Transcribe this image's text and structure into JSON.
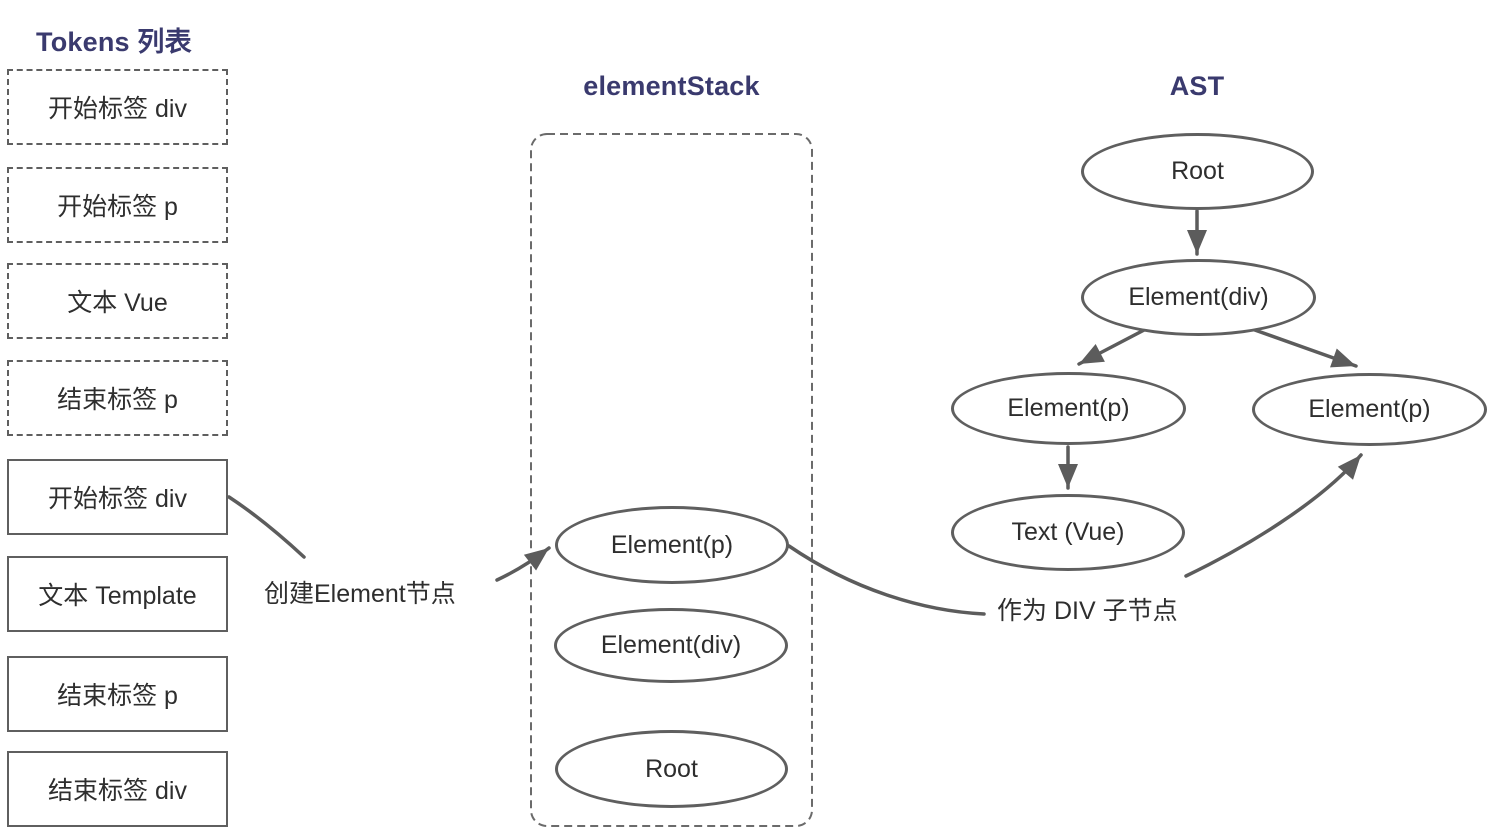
{
  "colors": {
    "title_accent": "#3a3a6e",
    "shape_stroke": "#5f5f5f",
    "arrow_stroke": "#5c5c5c",
    "text": "#2e2e2e"
  },
  "tokens": {
    "title": "Tokens 列表",
    "items": [
      {
        "label": "开始标签 div",
        "style": "dashed"
      },
      {
        "label": "开始标签 p",
        "style": "dashed"
      },
      {
        "label": "文本 Vue",
        "style": "dashed"
      },
      {
        "label": "结束标签 p",
        "style": "dashed"
      },
      {
        "label": "开始标签 div",
        "style": "solid"
      },
      {
        "label": "文本 Template",
        "style": "solid"
      },
      {
        "label": "结束标签 p",
        "style": "solid"
      },
      {
        "label": "结束标签 div",
        "style": "solid"
      }
    ]
  },
  "stack": {
    "title": "elementStack",
    "items": [
      "Element(p)",
      "Element(div)",
      "Root"
    ]
  },
  "ast": {
    "title": "AST",
    "nodes": {
      "root": "Root",
      "div": "Element(div)",
      "p_left": "Element(p)",
      "p_right": "Element(p)",
      "text": "Text (Vue)"
    }
  },
  "annotations": {
    "create_element": "创建Element节点",
    "as_div_child": "作为 DIV 子节点"
  }
}
